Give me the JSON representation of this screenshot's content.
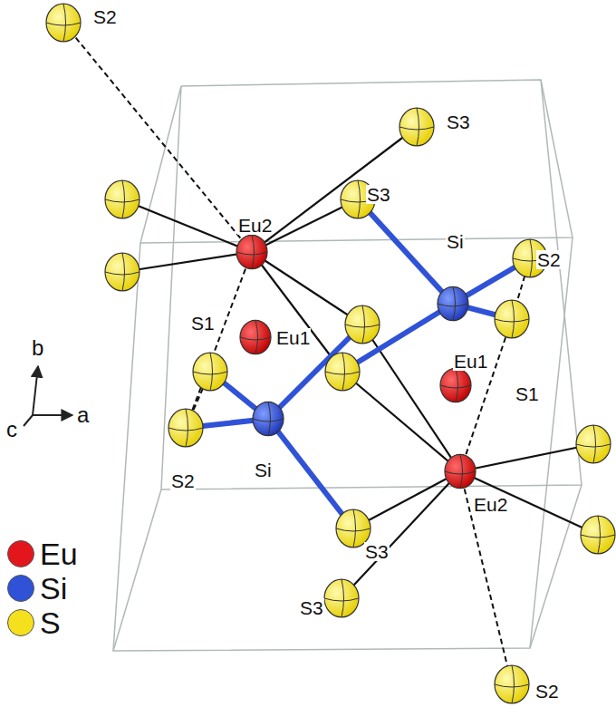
{
  "diagram": {
    "labels": [
      "S2",
      "S3",
      "S3",
      "Eu2",
      "Si",
      "S2",
      "S1",
      "Eu1",
      "Eu1",
      "S1",
      "S2",
      "Si",
      "Eu2",
      "S3",
      "S3",
      "S2",
      "b",
      "c",
      "a"
    ],
    "legend": [
      {
        "text": "Eu",
        "color": "#e3161c"
      },
      {
        "text": "Si",
        "color": "#2f52d6"
      },
      {
        "text": "S",
        "color": "#f4e01c"
      }
    ]
  }
}
